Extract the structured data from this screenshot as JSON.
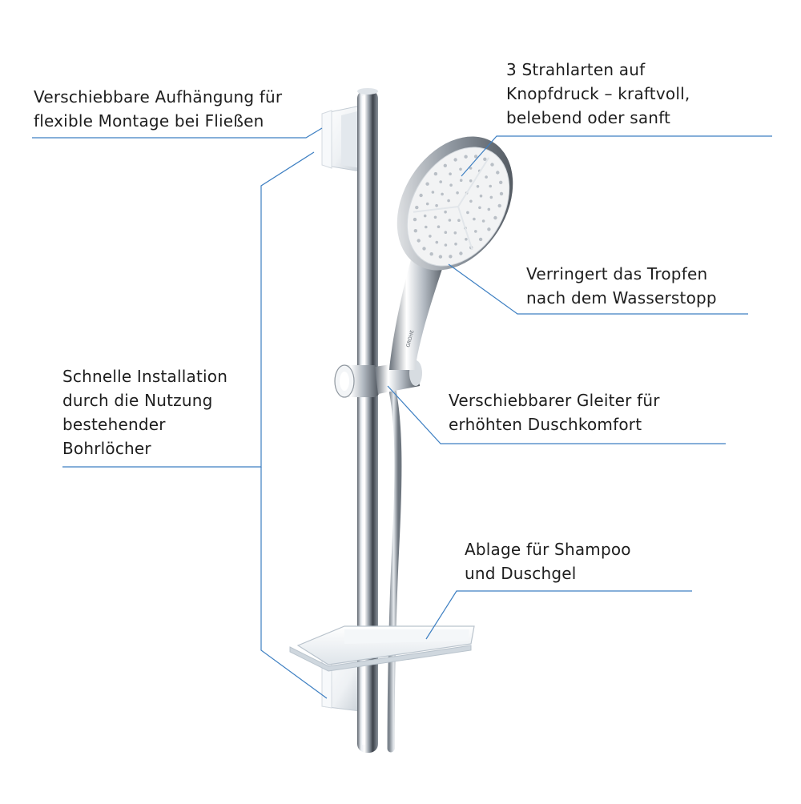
{
  "callouts": {
    "hanger": {
      "lines": [
        "Verschiebbare Aufhängung für",
        "flexible Montage bei Fließen"
      ]
    },
    "sprays": {
      "lines": [
        "3 Strahlarten auf",
        "Knopfdruck – kraftvoll,",
        "belebend oder sanft"
      ]
    },
    "drip": {
      "lines": [
        "Verringert das Tropfen",
        "nach dem Wasserstopp"
      ]
    },
    "install": {
      "lines": [
        "Schnelle Installation",
        "durch die Nutzung",
        "bestehender",
        "Bohrlöcher"
      ]
    },
    "glider": {
      "lines": [
        "Verschiebbarer Gleiter für",
        "erhöhten Duschkomfort"
      ]
    },
    "shelf": {
      "lines": [
        "Ablage für Shampoo",
        "und Duschgel"
      ]
    }
  },
  "colors": {
    "leader_line": "#3d7fc2",
    "text": "#1e1e1e",
    "chrome_light": "#f4f6f8",
    "chrome_dark": "#4a5058",
    "shower_face": "#f2f3f4",
    "nozzle": "#b9bfc6"
  }
}
